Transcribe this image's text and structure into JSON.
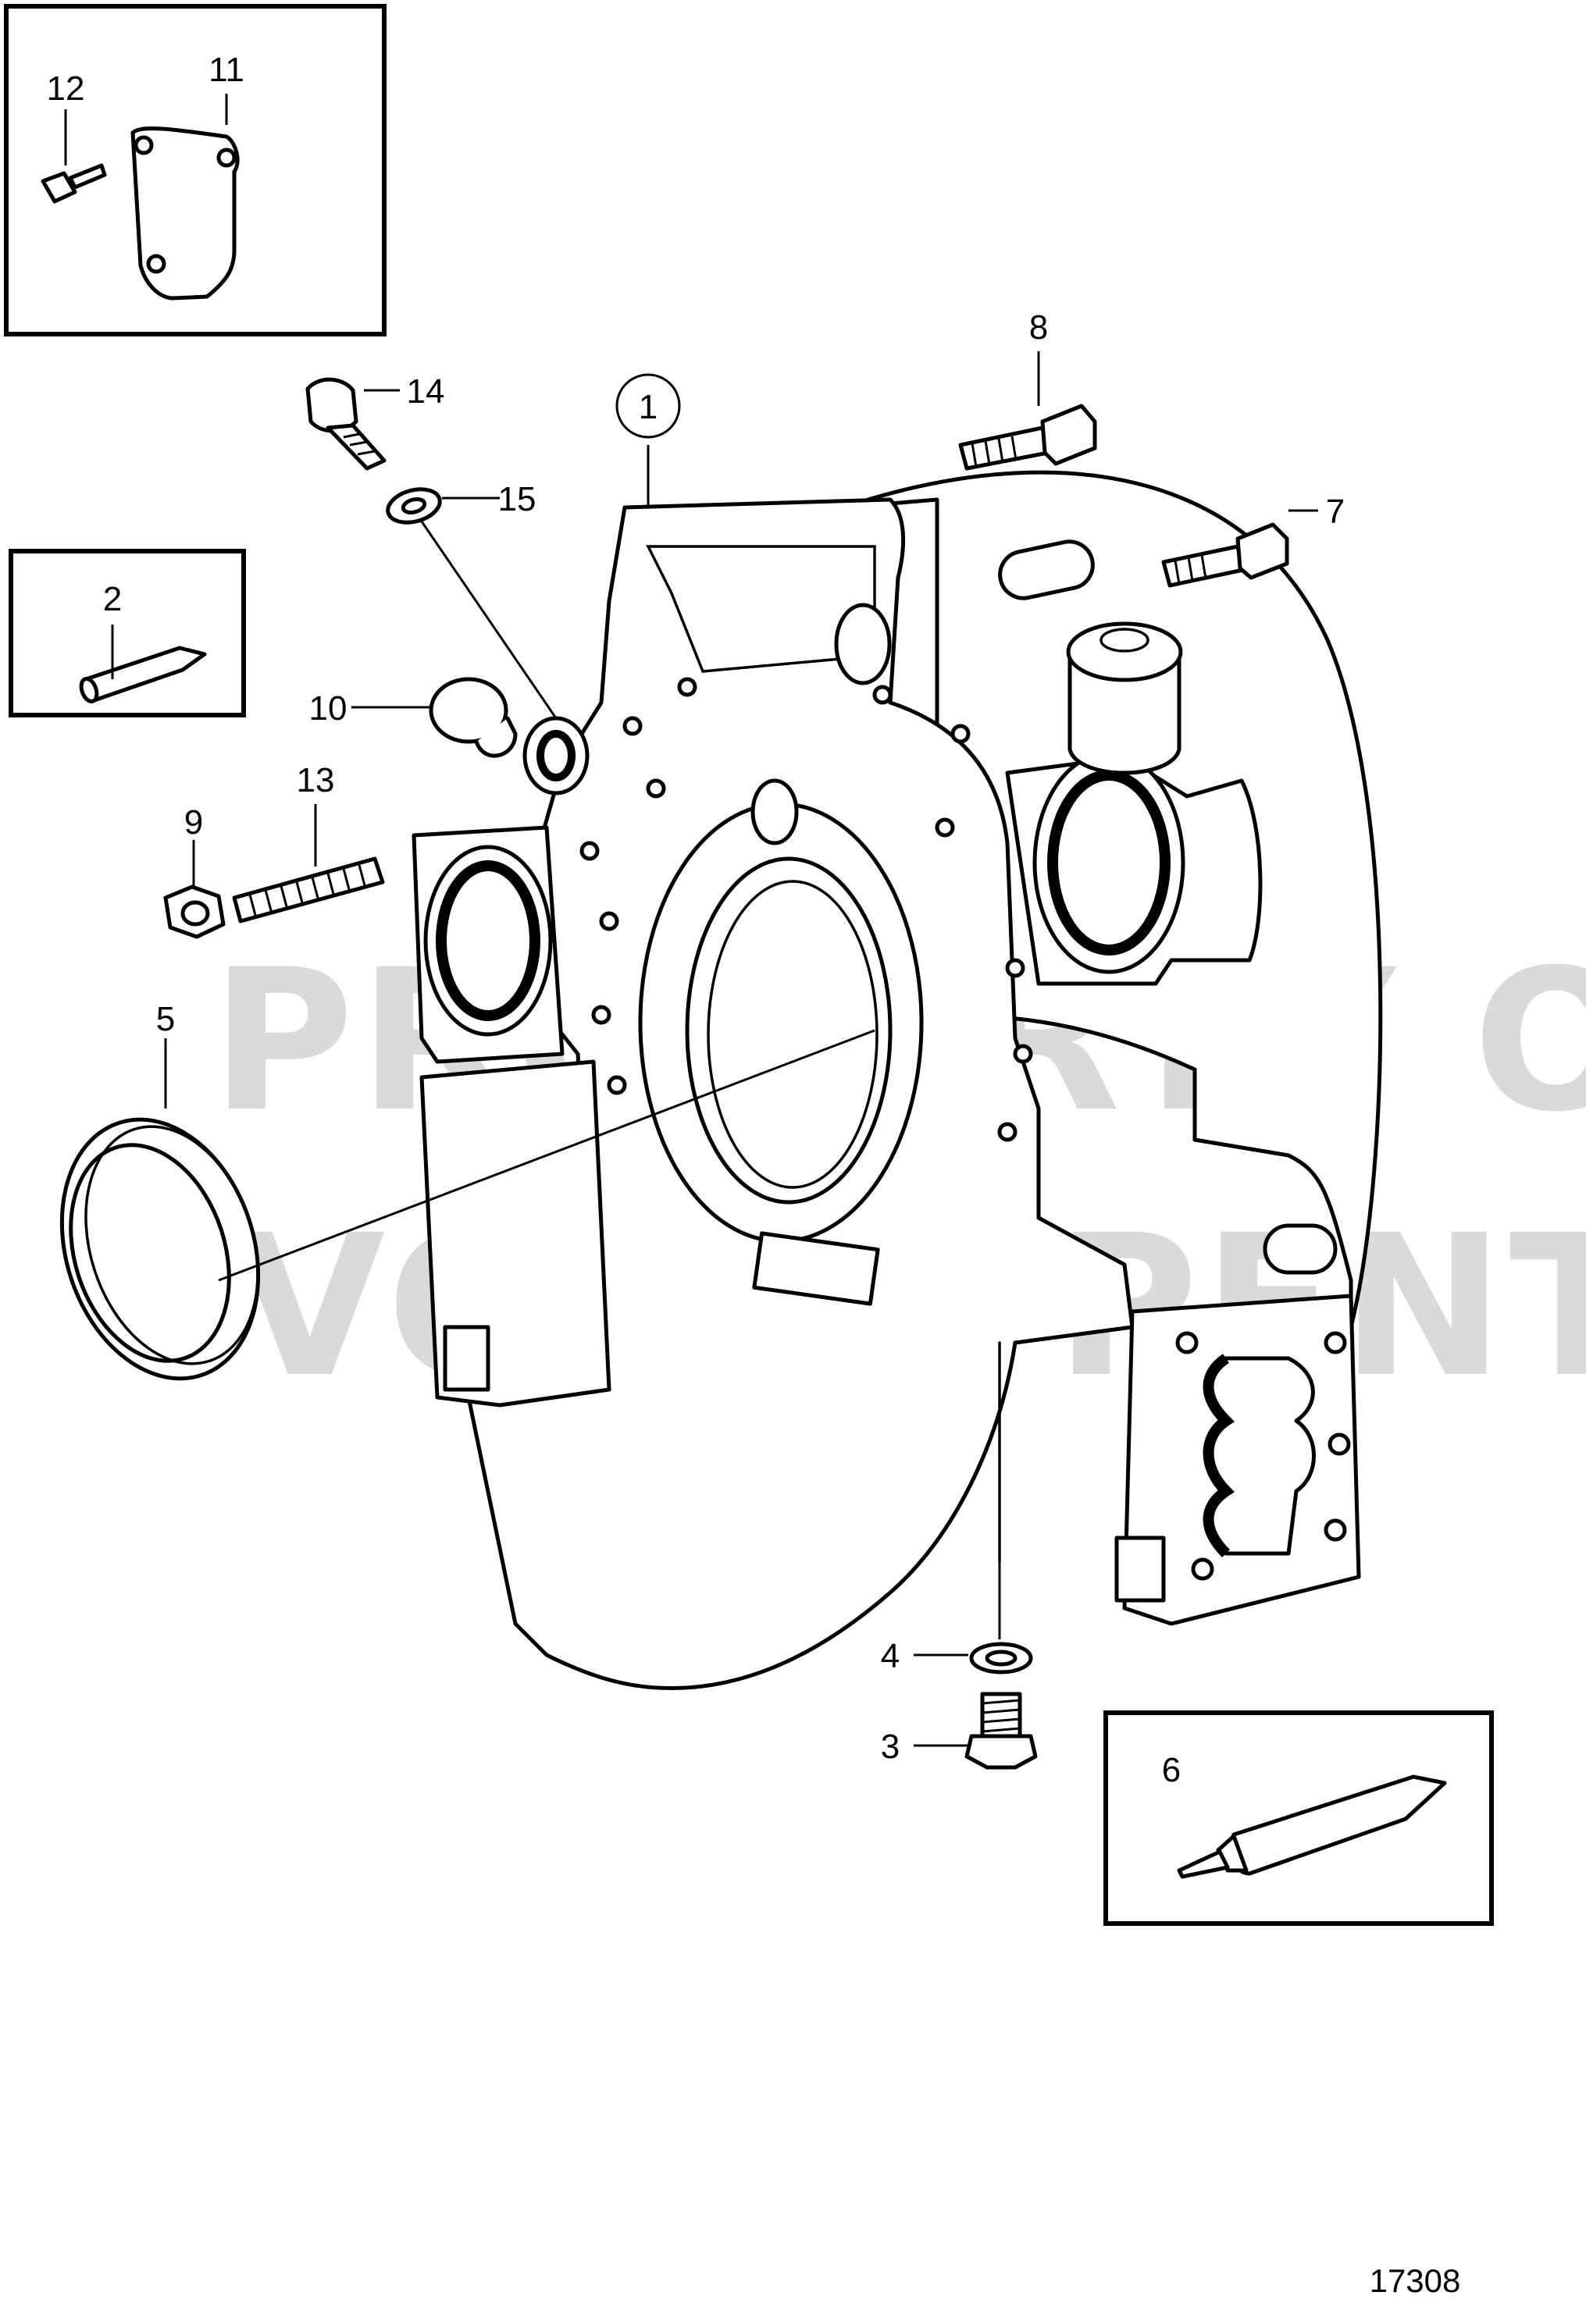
{
  "diagram": {
    "figure_number": "17308",
    "watermark": [
      "PROPERTY OF",
      "VOLVO PENTA"
    ],
    "callouts": [
      {
        "id": "c1",
        "label": "1",
        "circled": true
      },
      {
        "id": "c2",
        "label": "2"
      },
      {
        "id": "c3",
        "label": "3"
      },
      {
        "id": "c4",
        "label": "4"
      },
      {
        "id": "c5",
        "label": "5"
      },
      {
        "id": "c6",
        "label": "6"
      },
      {
        "id": "c7",
        "label": "7"
      },
      {
        "id": "c8",
        "label": "8"
      },
      {
        "id": "c9",
        "label": "9"
      },
      {
        "id": "c10",
        "label": "10"
      },
      {
        "id": "c11",
        "label": "11"
      },
      {
        "id": "c12",
        "label": "12"
      },
      {
        "id": "c13",
        "label": "13"
      },
      {
        "id": "c14",
        "label": "14"
      },
      {
        "id": "c15",
        "label": "15"
      }
    ]
  }
}
